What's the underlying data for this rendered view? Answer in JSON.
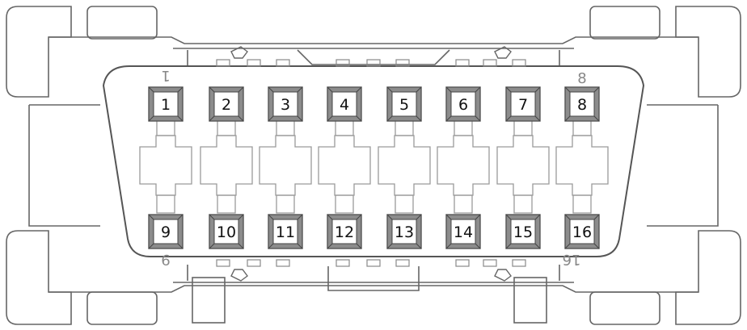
{
  "diagram": {
    "colors": {
      "outline": "#555555",
      "light": "#9a9a9a",
      "pin_fill": "#8c8c8c",
      "pin_face": "#ffffff",
      "background": "#ffffff"
    },
    "markers": {
      "top_left": "1",
      "top_right": "8",
      "bottom_left": "9",
      "bottom_right": "16"
    },
    "top_row": [
      {
        "label": "1"
      },
      {
        "label": "2"
      },
      {
        "label": "3"
      },
      {
        "label": "4"
      },
      {
        "label": "5"
      },
      {
        "label": "6"
      },
      {
        "label": "7"
      },
      {
        "label": "8"
      }
    ],
    "bottom_row": [
      {
        "label": "9"
      },
      {
        "label": "10"
      },
      {
        "label": "11"
      },
      {
        "label": "12"
      },
      {
        "label": "13"
      },
      {
        "label": "14"
      },
      {
        "label": "15"
      },
      {
        "label": "16"
      }
    ]
  }
}
